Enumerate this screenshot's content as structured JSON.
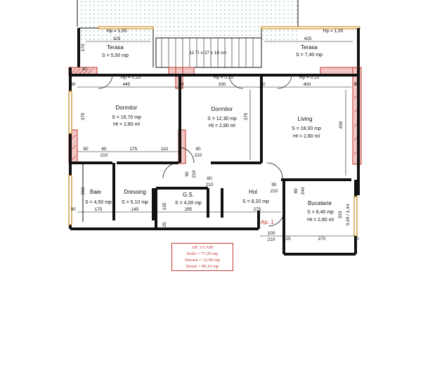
{
  "rooms": {
    "terasa_left": {
      "name": "Terasa",
      "area": "S = 5,50 mp"
    },
    "terasa_right": {
      "name": "Terasa",
      "area": "S = 7,40 mp"
    },
    "dormitor1": {
      "name": "Dormitor",
      "area": "S = 16,70 mp",
      "height": "Ht = 2,80 ml"
    },
    "dormitor2": {
      "name": "Dormitor",
      "area": "S = 12,30 mp",
      "height": "Ht = 2,80 ml"
    },
    "living": {
      "name": "Living",
      "area": "S = 18,00 mp",
      "height": "Ht = 2,80 ml"
    },
    "baie": {
      "name": "Baie",
      "area": "S = 4,50 mp"
    },
    "dressing": {
      "name": "Dressing",
      "area": "S = 5,10 mp"
    },
    "gs": {
      "name": "G.S.",
      "area": "S = 4,00 mp"
    },
    "hol": {
      "name": "Hol",
      "area": "S = 8,20 mp"
    },
    "bucatarie": {
      "name": "Bucatarie",
      "area": "S = 8,40 mp",
      "height": "Ht = 2,80 ml"
    }
  },
  "labels": {
    "hp_left": "Hp = 1,00",
    "hp_right": "Hp = 1,00",
    "hp010_a": "Hp = 0,10",
    "hp010_b": "Hp = 0,10",
    "hp010_c": "Hp = 0,10",
    "stairs": "11 Tr x 27 x 18 cm",
    "ap": "Ap. 1"
  },
  "dims": {
    "d325": "325",
    "d425": "425",
    "d170": "170",
    "d445": "445",
    "d330": "330",
    "d400": "400",
    "d30a": "30",
    "d30b": "30",
    "d30c": "30",
    "d30d": "30",
    "d30e": "30",
    "d375a": "375",
    "d375b": "375",
    "d450": "450",
    "d80a": "80",
    "d80b": "80",
    "d175a": "175",
    "d110": "110",
    "d90a": "90",
    "d210a": "210",
    "d210b": "210",
    "d90b": "90",
    "d210c": "210",
    "d80c": "80",
    "d210d": "210",
    "d90c": "90",
    "d210e": "210",
    "d80d": "80",
    "d240": "240",
    "d260": "260",
    "d175b": "175",
    "d145": "145",
    "d135": "135",
    "d295": "295",
    "d275": "275",
    "d310": "310",
    "d25": "25",
    "d100": "100",
    "d210f": "210",
    "d270": "270",
    "d25b": "25",
    "d30f": "30",
    "d30g": "30",
    "d040": "0,40 / 1,44"
  },
  "summary": {
    "title": "AP. 3 CAM",
    "suila": "Suila = 77,20 mp",
    "sterasa": "Sterasa = 12,90 mp",
    "stotal": "Stotal = 90,10 mp"
  },
  "colors": {
    "red": "#c0392b",
    "window": "#c98a1a",
    "garden": "#d9eede"
  }
}
